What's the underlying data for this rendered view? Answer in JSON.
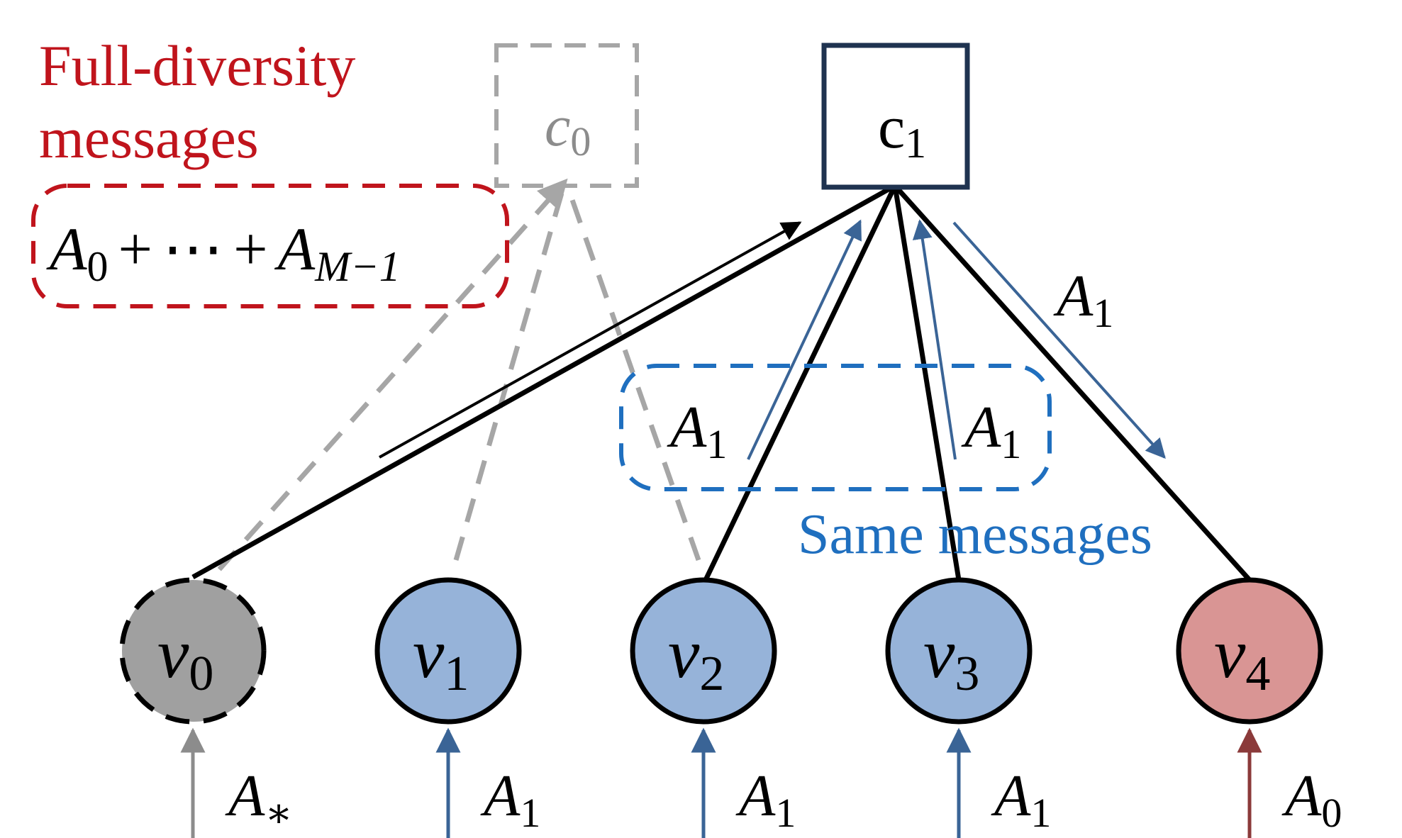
{
  "colors": {
    "black": "#000000",
    "navy": "#1f3350",
    "grey_dashed": "#a6a6a6",
    "grey_node": "#a0a0a0",
    "blue_node": "#96b3d9",
    "red_node": "#d99594",
    "blue_arrow": "#3a6496",
    "red_arrow": "#8b3a3a",
    "red_text": "#c0141c",
    "blue_text": "#1f6fbf"
  },
  "labels": {
    "full_diversity_line1": "Full-diversity",
    "full_diversity_line2": "messages",
    "same_messages": "Same messages"
  },
  "math": {
    "A": "A",
    "c": "c",
    "v": "v",
    "plus": "+",
    "cdots": "⋯",
    "sub_0": "0",
    "sub_1": "1",
    "sub_2": "2",
    "sub_3": "3",
    "sub_4": "4",
    "sub_star": "∗",
    "sub_M_minus_1": "M−1"
  }
}
